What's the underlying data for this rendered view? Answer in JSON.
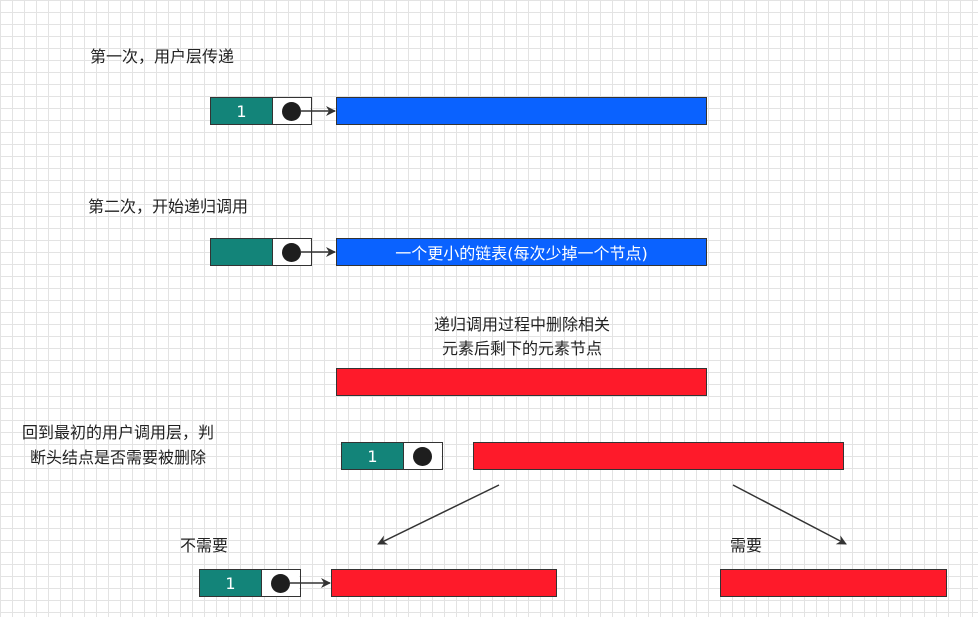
{
  "colors": {
    "node_value": "#138479",
    "list_blue": "#0a62ff",
    "list_red": "#fe1a2a",
    "pointer": "#1e1e1e"
  },
  "steps": {
    "first_call": "第一次，用户层传递",
    "second_call": "第二次，开始递归调用",
    "recursion_result_line1": "递归调用过程中删除相关",
    "recursion_result_line2": "元素后剩下的元素节点",
    "back_to_top_line1": "回到最初的用户调用层，判",
    "back_to_top_line2": "断头结点是否需要被删除",
    "not_needed": "不需要",
    "needed": "需要"
  },
  "nodes": {
    "first_head_value": "1",
    "second_head_value": "",
    "back_head_value": "1",
    "not_needed_head_value": "1"
  },
  "lists": {
    "smaller_list_label": "一个更小的链表(每次少掉一个节点)"
  }
}
